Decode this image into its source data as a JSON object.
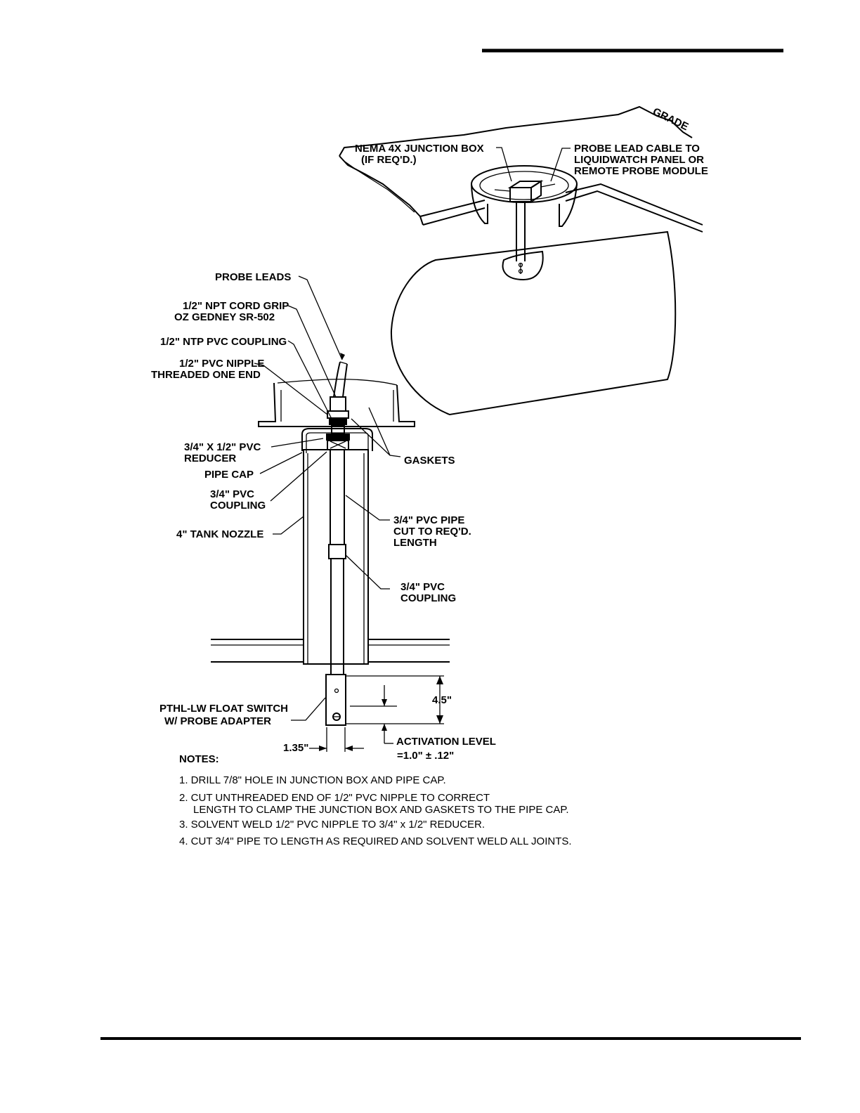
{
  "labels": {
    "grade": "GRADE",
    "junction_box_1": "NEMA 4X JUNCTION BOX",
    "junction_box_2": "(IF REQ'D.)",
    "probe_cable_1": "PROBE LEAD CABLE TO",
    "probe_cable_2": "LIQUIDWATCH PANEL OR",
    "probe_cable_3": "REMOTE PROBE MODULE",
    "probe_leads": "PROBE LEADS",
    "cord_grip_1": "1/2\" NPT CORD GRIP",
    "cord_grip_2": "OZ GEDNEY SR-502",
    "ntp_coupling": "1/2\" NTP PVC COUPLING",
    "nipple_1": "1/2\" PVC NIPPLE",
    "nipple_2": "THREADED ONE END",
    "reducer_1": "3/4\" X 1/2\" PVC",
    "reducer_2": "REDUCER",
    "pipe_cap": "PIPE CAP",
    "coupling_a_1": "3/4\" PVC",
    "coupling_a_2": "COUPLING",
    "tank_nozzle": "4\" TANK NOZZLE",
    "gaskets": "GASKETS",
    "pipe_1": "3/4\" PVC PIPE",
    "pipe_2": "CUT TO REQ'D.",
    "pipe_3": "LENGTH",
    "coupling_b_1": "3/4\" PVC",
    "coupling_b_2": "COUPLING",
    "float_switch_1": "PTHL-LW FLOAT SWITCH",
    "float_switch_2": "W/ PROBE ADAPTER",
    "dim_height": "4.5\"",
    "dim_width": "1.35\"",
    "activation_1": "ACTIVATION LEVEL",
    "activation_2": "=1.0\" ± .12\""
  },
  "notes": {
    "heading": "NOTES:",
    "n1": "1. DRILL 7/8\" HOLE IN JUNCTION BOX AND PIPE CAP.",
    "n2a": "2. CUT UNTHREADED END OF 1/2\" PVC NIPPLE TO CORRECT",
    "n2b": "LENGTH TO CLAMP THE JUNCTION BOX AND GASKETS TO THE PIPE CAP.",
    "n3": "3. SOLVENT WELD 1/2\" PVC NIPPLE TO 3/4\" x 1/2\" REDUCER.",
    "n4": "4. CUT 3/4\" PIPE TO LENGTH AS REQUIRED AND SOLVENT WELD ALL JOINTS."
  }
}
